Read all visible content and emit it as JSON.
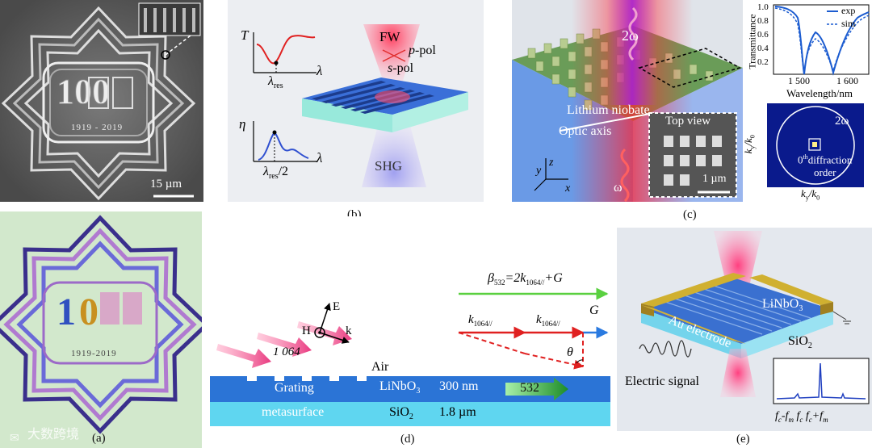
{
  "panels": {
    "a_top": {
      "scalebar": "15 µm",
      "year_text": "1919 - 2019"
    },
    "a_bottom": {
      "year_text": "1919-2019"
    },
    "b": {
      "label": "(b)",
      "t_axis": "T",
      "lambda": "λ",
      "lambda_res": "λ",
      "res_sub": "res",
      "eta_axis": "η",
      "lambda_res_half": "/2",
      "fw": "FW",
      "p_pol": "p",
      "p_pol_suffix": "-pol",
      "s_pol": "s",
      "s_pol_suffix": "-pol",
      "shg": "SHG"
    },
    "c": {
      "label": "(c)",
      "two_omega": "2ω",
      "omega": "ω",
      "lithium_niobate": "Lithium niobate",
      "optic_axis": "Optic axis",
      "top_view": "Top view",
      "scale": "1 µm",
      "axis_x": "x",
      "axis_y": "y",
      "axis_z": "z",
      "chart_ylabel": "Transmittance",
      "chart_xlabel": "Wavelength/nm",
      "legend_exp": "exp",
      "legend_sim": "sim",
      "yticks": [
        "0.2",
        "0.4",
        "0.6",
        "0.8",
        "1.0"
      ],
      "xticks": [
        "1 500",
        "1 600"
      ],
      "k_two_omega": "2ω",
      "diffraction_line1": "0",
      "diffraction_sup": "th",
      "diffraction_line1b": "diffraction",
      "diffraction_line2": "order",
      "ky": "k",
      "ky_sub": "y",
      "k0": "/k",
      "k0_sub": "0",
      "kx": "k",
      "kx_sub": "y",
      "kx0": "/k",
      "kx0_sub": "0"
    },
    "d": {
      "label": "(d)",
      "beta": "β",
      "beta_sub": "532",
      "beta_eq": "=2k",
      "beta_eq_sub": "1064//",
      "beta_eq2": "+G",
      "k1": "k",
      "k1_sub": "1064//",
      "k2": "k",
      "k2_sub": "1064//",
      "g": "G",
      "theta": "θ",
      "e": "E",
      "h": "H",
      "k": "k",
      "wavelength": "1 064",
      "air": "Air",
      "grating": "Grating",
      "linbo3": "LiNbO",
      "linbo3_sub": "3",
      "thickness1": "300 nm",
      "sio2": "SiO",
      "sio2_sub": "2",
      "thickness2": "1.8 µm",
      "metasurface": "metasurface",
      "green": "532"
    },
    "e": {
      "label": "(e)",
      "au": "Au electrode",
      "linbo3": "LiNbO",
      "linbo3_sub": "3",
      "sio2": "SiO",
      "sio2_sub": "2",
      "electric": "Electric signal",
      "fc_minus": "f",
      "fc_minus_sub": "c",
      "fc_minus_mid": "-f",
      "fc_minus_sub2": "m",
      "fc": "f",
      "fc_sub": "c",
      "fc_plus": "f",
      "fc_plus_sub": "c",
      "fc_plus_mid": "+f",
      "fc_plus_sub2": "m"
    },
    "a_label": "(a)",
    "watermark": "大数跨境"
  },
  "colors": {
    "blue_chip": "#3a78d8",
    "cyan": "#6fd6ef",
    "red_beam": "#e23030",
    "green": "#48c84a",
    "gold": "#c7a526"
  }
}
